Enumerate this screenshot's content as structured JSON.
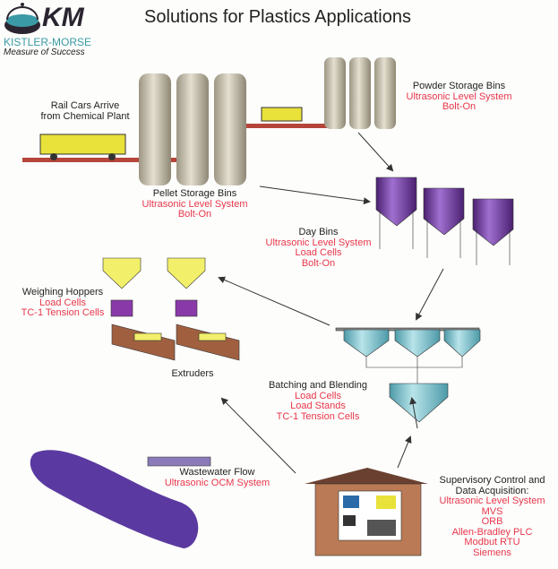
{
  "title": "Solutions for Plastics Applications",
  "logo": {
    "initials": "KM",
    "name": "KISTLER-MORSE",
    "tagline": "Measure of Success"
  },
  "colors": {
    "accent": "#e8364c",
    "bins": "#7a3fa8",
    "pellet_silos": "#c9c2b0",
    "hoppers": "#f2f06a",
    "blenders": "#7fc4d0"
  },
  "labels": {
    "rail": {
      "lines": [
        "Rail Cars Arrive",
        "from Chemical Plant"
      ]
    },
    "powder": {
      "title": "Powder Storage Bins",
      "items": [
        "Ultrasonic Level System",
        "Bolt-On"
      ]
    },
    "pellet": {
      "title": "Pellet Storage Bins",
      "items": [
        "Ultrasonic Level System",
        "Bolt-On"
      ]
    },
    "day": {
      "title": "Day Bins",
      "items": [
        "Ultrasonic Level System",
        "Load Cells",
        "Bolt-On"
      ]
    },
    "weigh": {
      "title": "Weighing Hoppers",
      "items": [
        "Load Cells",
        "TC-1 Tension Cells"
      ]
    },
    "extruders": {
      "title": "Extruders"
    },
    "batch": {
      "title": "Batching and Blending",
      "items": [
        "Load Cells",
        "Load Stands",
        "TC-1 Tension Cells"
      ]
    },
    "waste": {
      "title": "Wastewater Flow",
      "items": [
        "Ultrasonic OCM System"
      ]
    },
    "scada": {
      "title": [
        "Supervisory Control and",
        "Data Acquisition:"
      ],
      "items": [
        "Ultrasonic Level System",
        "MVS",
        "ORB",
        "Allen-Bradley PLC",
        "Modbut RTU",
        "Siemens"
      ]
    }
  }
}
